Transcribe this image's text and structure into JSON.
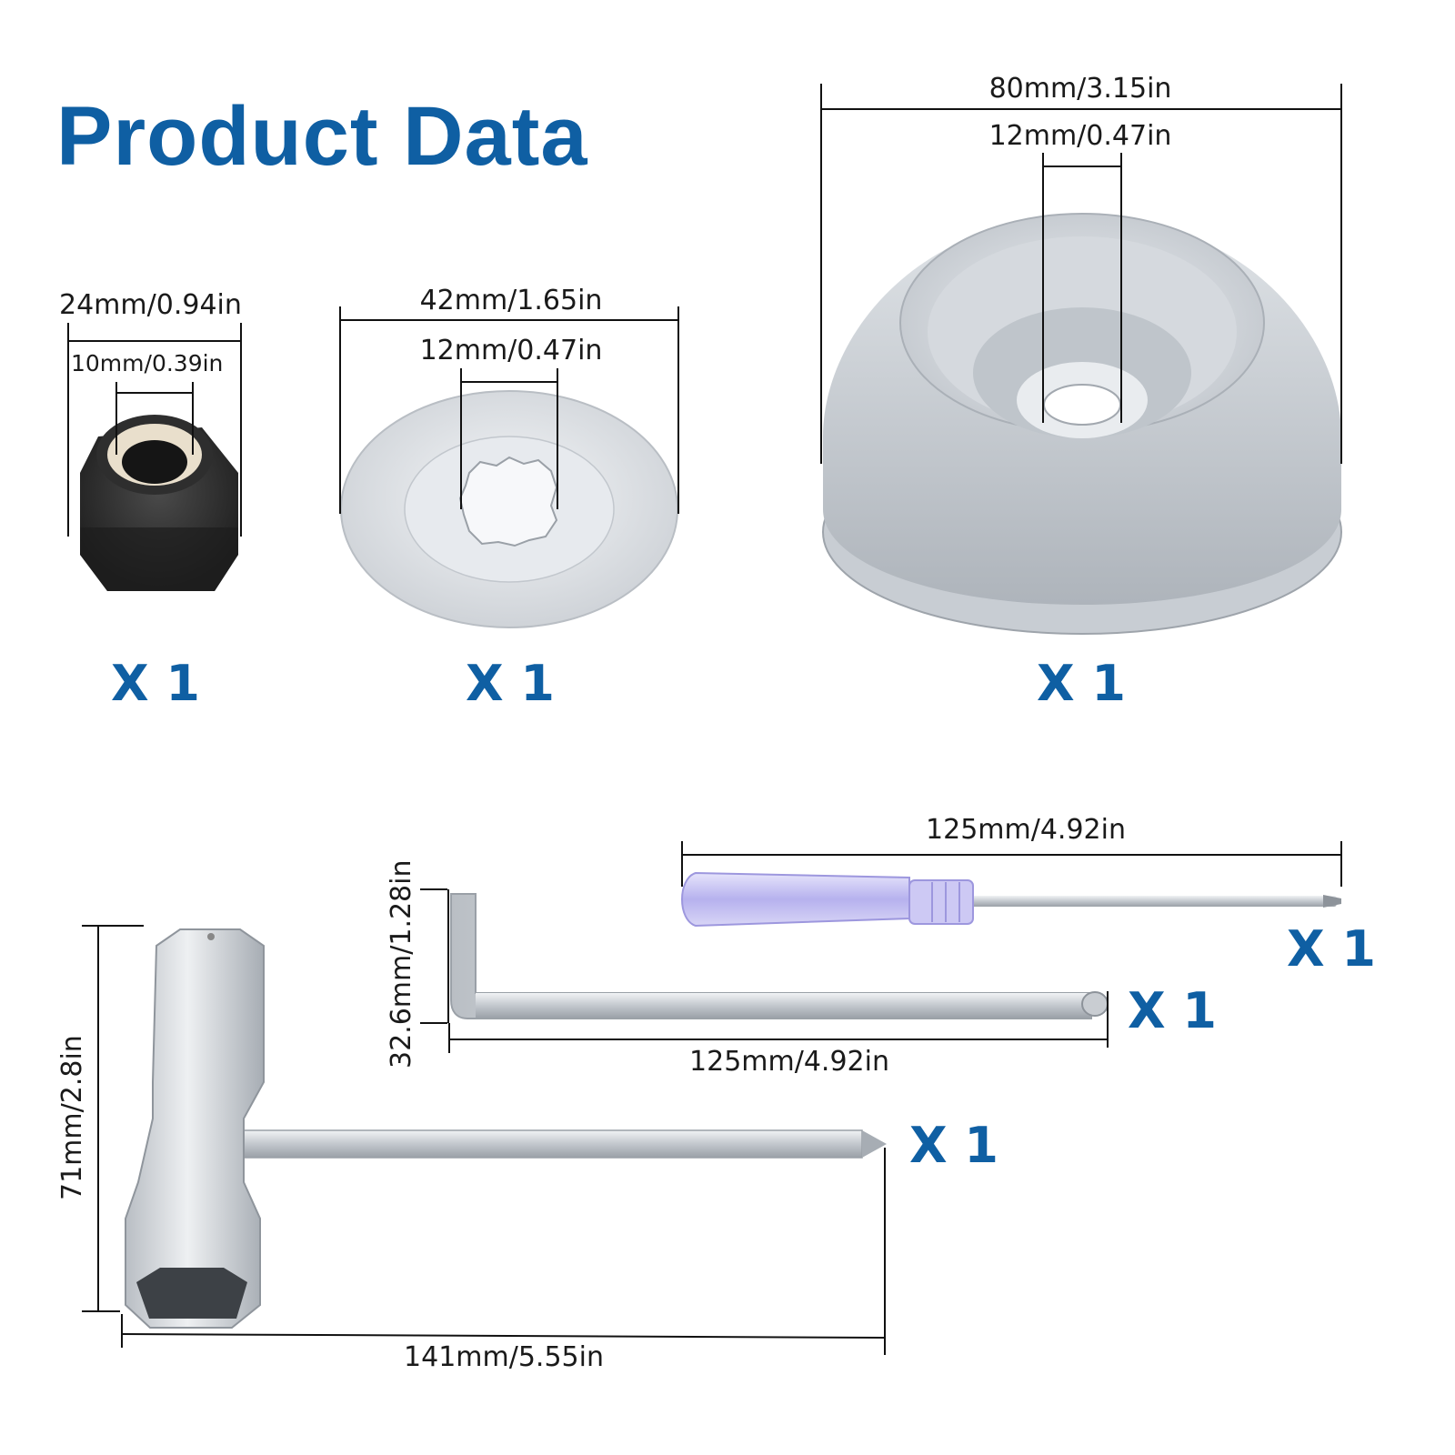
{
  "title": "Product Data",
  "colors": {
    "title": "#0f5fa3",
    "quantity": "#0f5fa3",
    "dimension_text": "#1a1a1a",
    "metal": "#c9ccd1",
    "nut": "#2b2b2b"
  },
  "items": [
    {
      "id": "nut",
      "dims": [
        "24mm/0.94in",
        "10mm/0.39in"
      ],
      "qty": "X 1"
    },
    {
      "id": "washer",
      "dims": [
        "42mm/1.65in",
        "12mm/0.47in"
      ],
      "qty": "X 1"
    },
    {
      "id": "cup",
      "dims": [
        "80mm/3.15in",
        "12mm/0.47in"
      ],
      "qty": "X 1"
    },
    {
      "id": "screwdriver",
      "dims": [
        "125mm/4.92in"
      ],
      "qty": "X 1"
    },
    {
      "id": "hex-key",
      "dims": [
        "32.6mm/1.28in",
        "125mm/4.92in"
      ],
      "qty": "X 1"
    },
    {
      "id": "spark-plug-wrench",
      "dims": [
        "71mm/2.8in",
        "141mm/5.55in"
      ],
      "qty": "X 1"
    }
  ]
}
